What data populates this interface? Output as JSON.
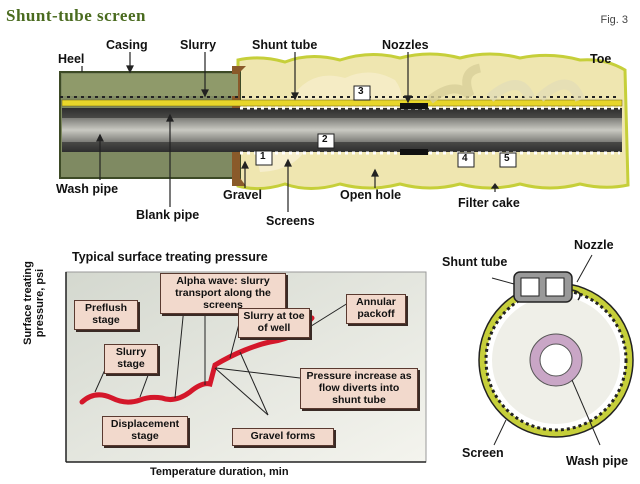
{
  "header": {
    "title": "Shunt-tube screen",
    "fig": "Fig. 3"
  },
  "colors": {
    "title_green": "#4a6b1f",
    "gravel": "#efe6b0",
    "shunt_yellow": "#e8d62a",
    "pressure_red": "#d4172a",
    "label_box": "#f2d9cc"
  },
  "well": {
    "labels": {
      "heel": "Heel",
      "casing": "Casing",
      "slurry": "Slurry",
      "shunt_tube": "Shunt tube",
      "nozzles": "Nozzles",
      "toe": "Toe",
      "wash_pipe": "Wash pipe",
      "blank_pipe": "Blank pipe",
      "gravel": "Gravel",
      "screens": "Screens",
      "open_hole": "Open hole",
      "filter_cake": "Filter cake"
    },
    "stages": [
      "1",
      "2",
      "3",
      "4",
      "5"
    ]
  },
  "pressure_chart": {
    "title": "Typical surface treating pressure",
    "ylabel": "Surface treating pressure, psi",
    "xlabel": "Temperature duration, min",
    "annotations": {
      "alpha_wave": "Alpha wave: slurry transport along the screens",
      "preflush": "Preflush stage",
      "slurry_stage": "Slurry stage",
      "slurry_at_toe": "Slurry at toe of well",
      "annular_packoff": "Annular packoff",
      "pressure_increase": "Pressure increase as flow diverts into shunt tube",
      "displacement": "Displacement stage",
      "gravel_forms": "Gravel forms"
    }
  },
  "cross_section": {
    "labels": {
      "shunt_tube": "Shunt tube",
      "nozzle": "Nozzle",
      "screen": "Screen",
      "wash_pipe": "Wash pipe"
    }
  }
}
